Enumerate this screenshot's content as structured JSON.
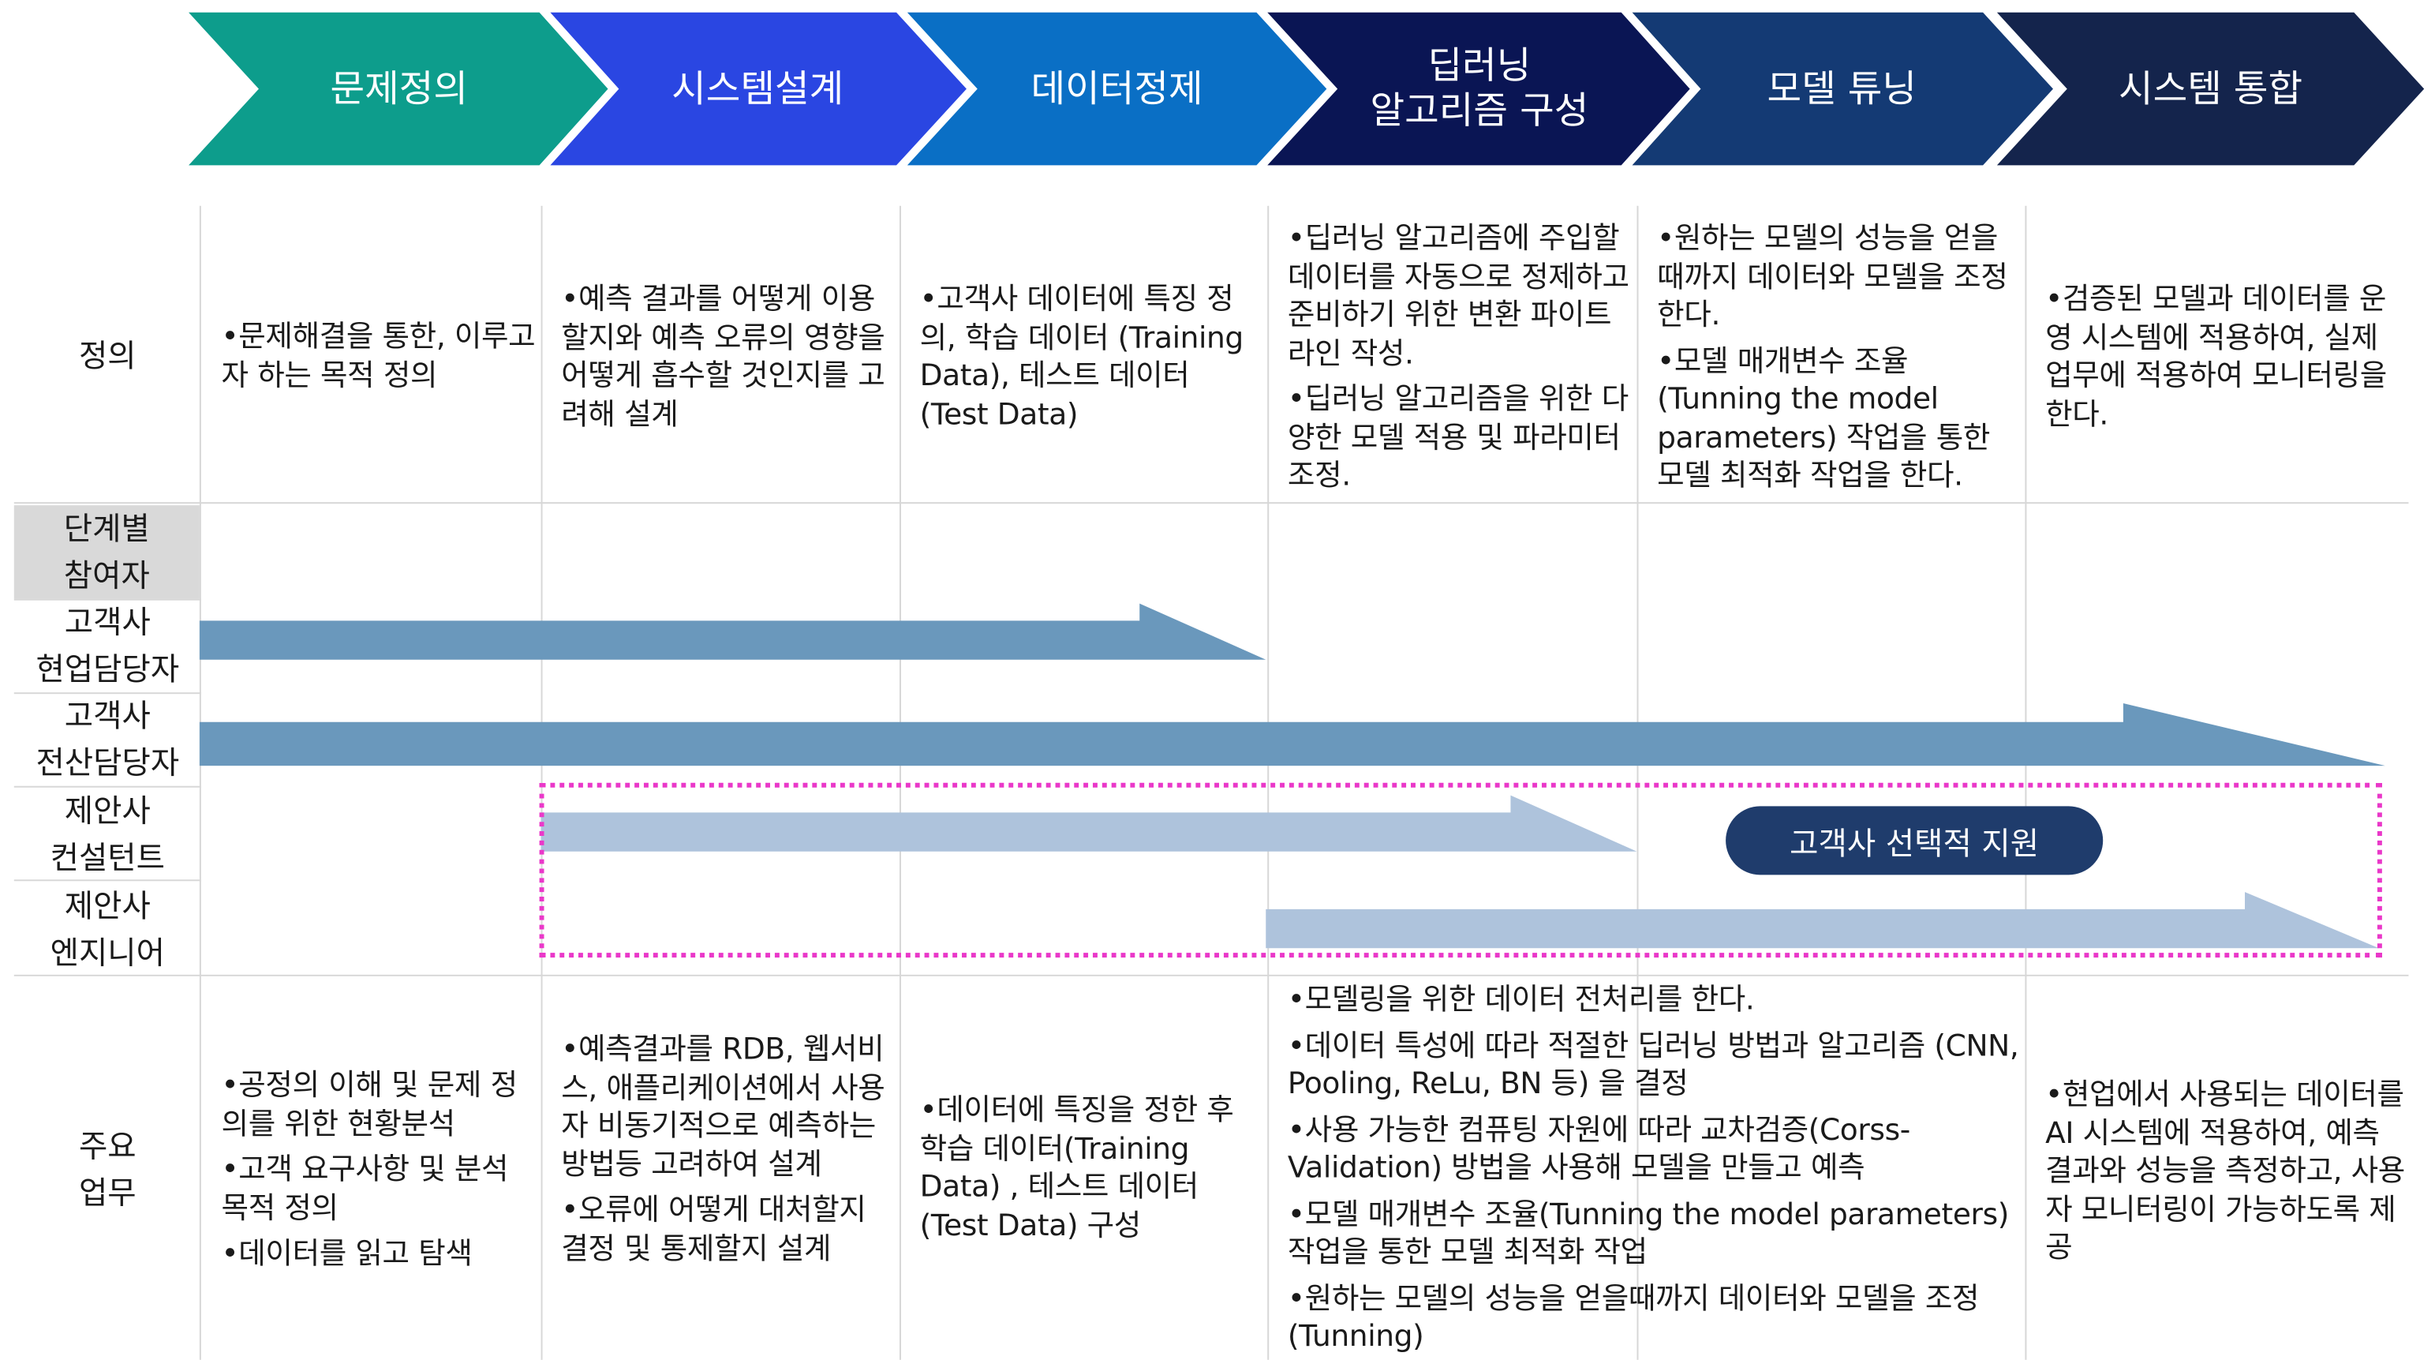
{
  "phases": [
    "문제정의",
    "시스템설계",
    "데이터정제",
    "딥러닝\n알고리즘 구성",
    "모델 튜닝",
    "시스템 통합"
  ],
  "colors": {
    "phase1": "#0d9d8c",
    "phase2": "#2a46e2",
    "phase3": "#0a6fc5",
    "phase4": "#0a1554",
    "phase5": "#143a74",
    "phase6": "#14244c",
    "arrow_dark": "#6a98bc",
    "arrow_light": "#aec3dc",
    "dotted": "#ea38c9",
    "pill": "#1f3c6c"
  },
  "row_labels": {
    "definition": "정의",
    "participants": "단계별\n참여자",
    "main_tasks": "주요\n업무"
  },
  "participants": [
    "고객사\n현업담당자",
    "고객사\n전산담당자",
    "제안사\n컨설턴트",
    "제안사\n엔지니어"
  ],
  "support_badge": "고객사 선택적 지원",
  "definitions": [
    [
      "•문제해결을 통한, 이루고자 하는 목적 정의"
    ],
    [
      "•예측 결과를 어떻게 이용할지와 예측 오류의 영향을 어떻게 흡수할 것인지를 고려해 설계"
    ],
    [
      "•고객사 데이터에 특징 정의, 학습 데이터 (Training Data), 테스트 데이터 (Test Data)"
    ],
    [
      "•딥러닝 알고리즘에 주입할 데이터를 자동으로 정제하고 준비하기 위한 변환 파이트라인 작성.",
      "•딥러닝 알고리즘을 위한 다양한 모델 적용 및 파라미터 조정."
    ],
    [
      "•원하는 모델의 성능을 얻을때까지 데이터와 모델을 조정한다.",
      "•모델 매개변수 조율 (Tunning the model parameters) 작업을 통한 모델 최적화 작업을 한다."
    ],
    [
      "•검증된 모델과 데이터를 운영 시스템에 적용하여, 실제 업무에 적용하여 모니터링을 한다."
    ]
  ],
  "tasks": [
    [
      "•공정의 이해 및 문제 정의를 위한 현황분석",
      "•고객 요구사항 및 분석 목적 정의",
      "•데이터를 읽고 탐색"
    ],
    [
      "•예측결과를 RDB, 웹서비스, 애플리케이션에서 사용자 비동기적으로 예측하는 방법등 고려하여 설계",
      "•오류에 어떻게 대처할지 결정 및 통제할지 설계"
    ],
    [
      "•데이터에 특징을 정한 후 학습 데이터(Training Data) , 테스트 데이터 (Test Data) 구성"
    ],
    [
      "•모델링을 위한 데이터 전처리를 한다.",
      "•데이터 특성에 따라 적절한 딥러닝 방법과 알고리즘 (CNN, Pooling, ReLu, BN 등) 을 결정",
      "•사용 가능한 컴퓨팅 자원에 따라 교차검증(Corss-Validation) 방법을 사용해 모델을 만들고 예측",
      "•모델 매개변수 조율(Tunning the model parameters) 작업을 통한 모델 최적화 작업",
      "•원하는 모델의 성능을 얻을때까지 데이터와 모델을 조정 (Tunning)"
    ],
    [
      "•현업에서 사용되는 데이터를 AI 시스템에 적용하여, 예측 결과와 성능을 측정하고, 사용자 모니터링이 가능하도록 제공"
    ]
  ]
}
